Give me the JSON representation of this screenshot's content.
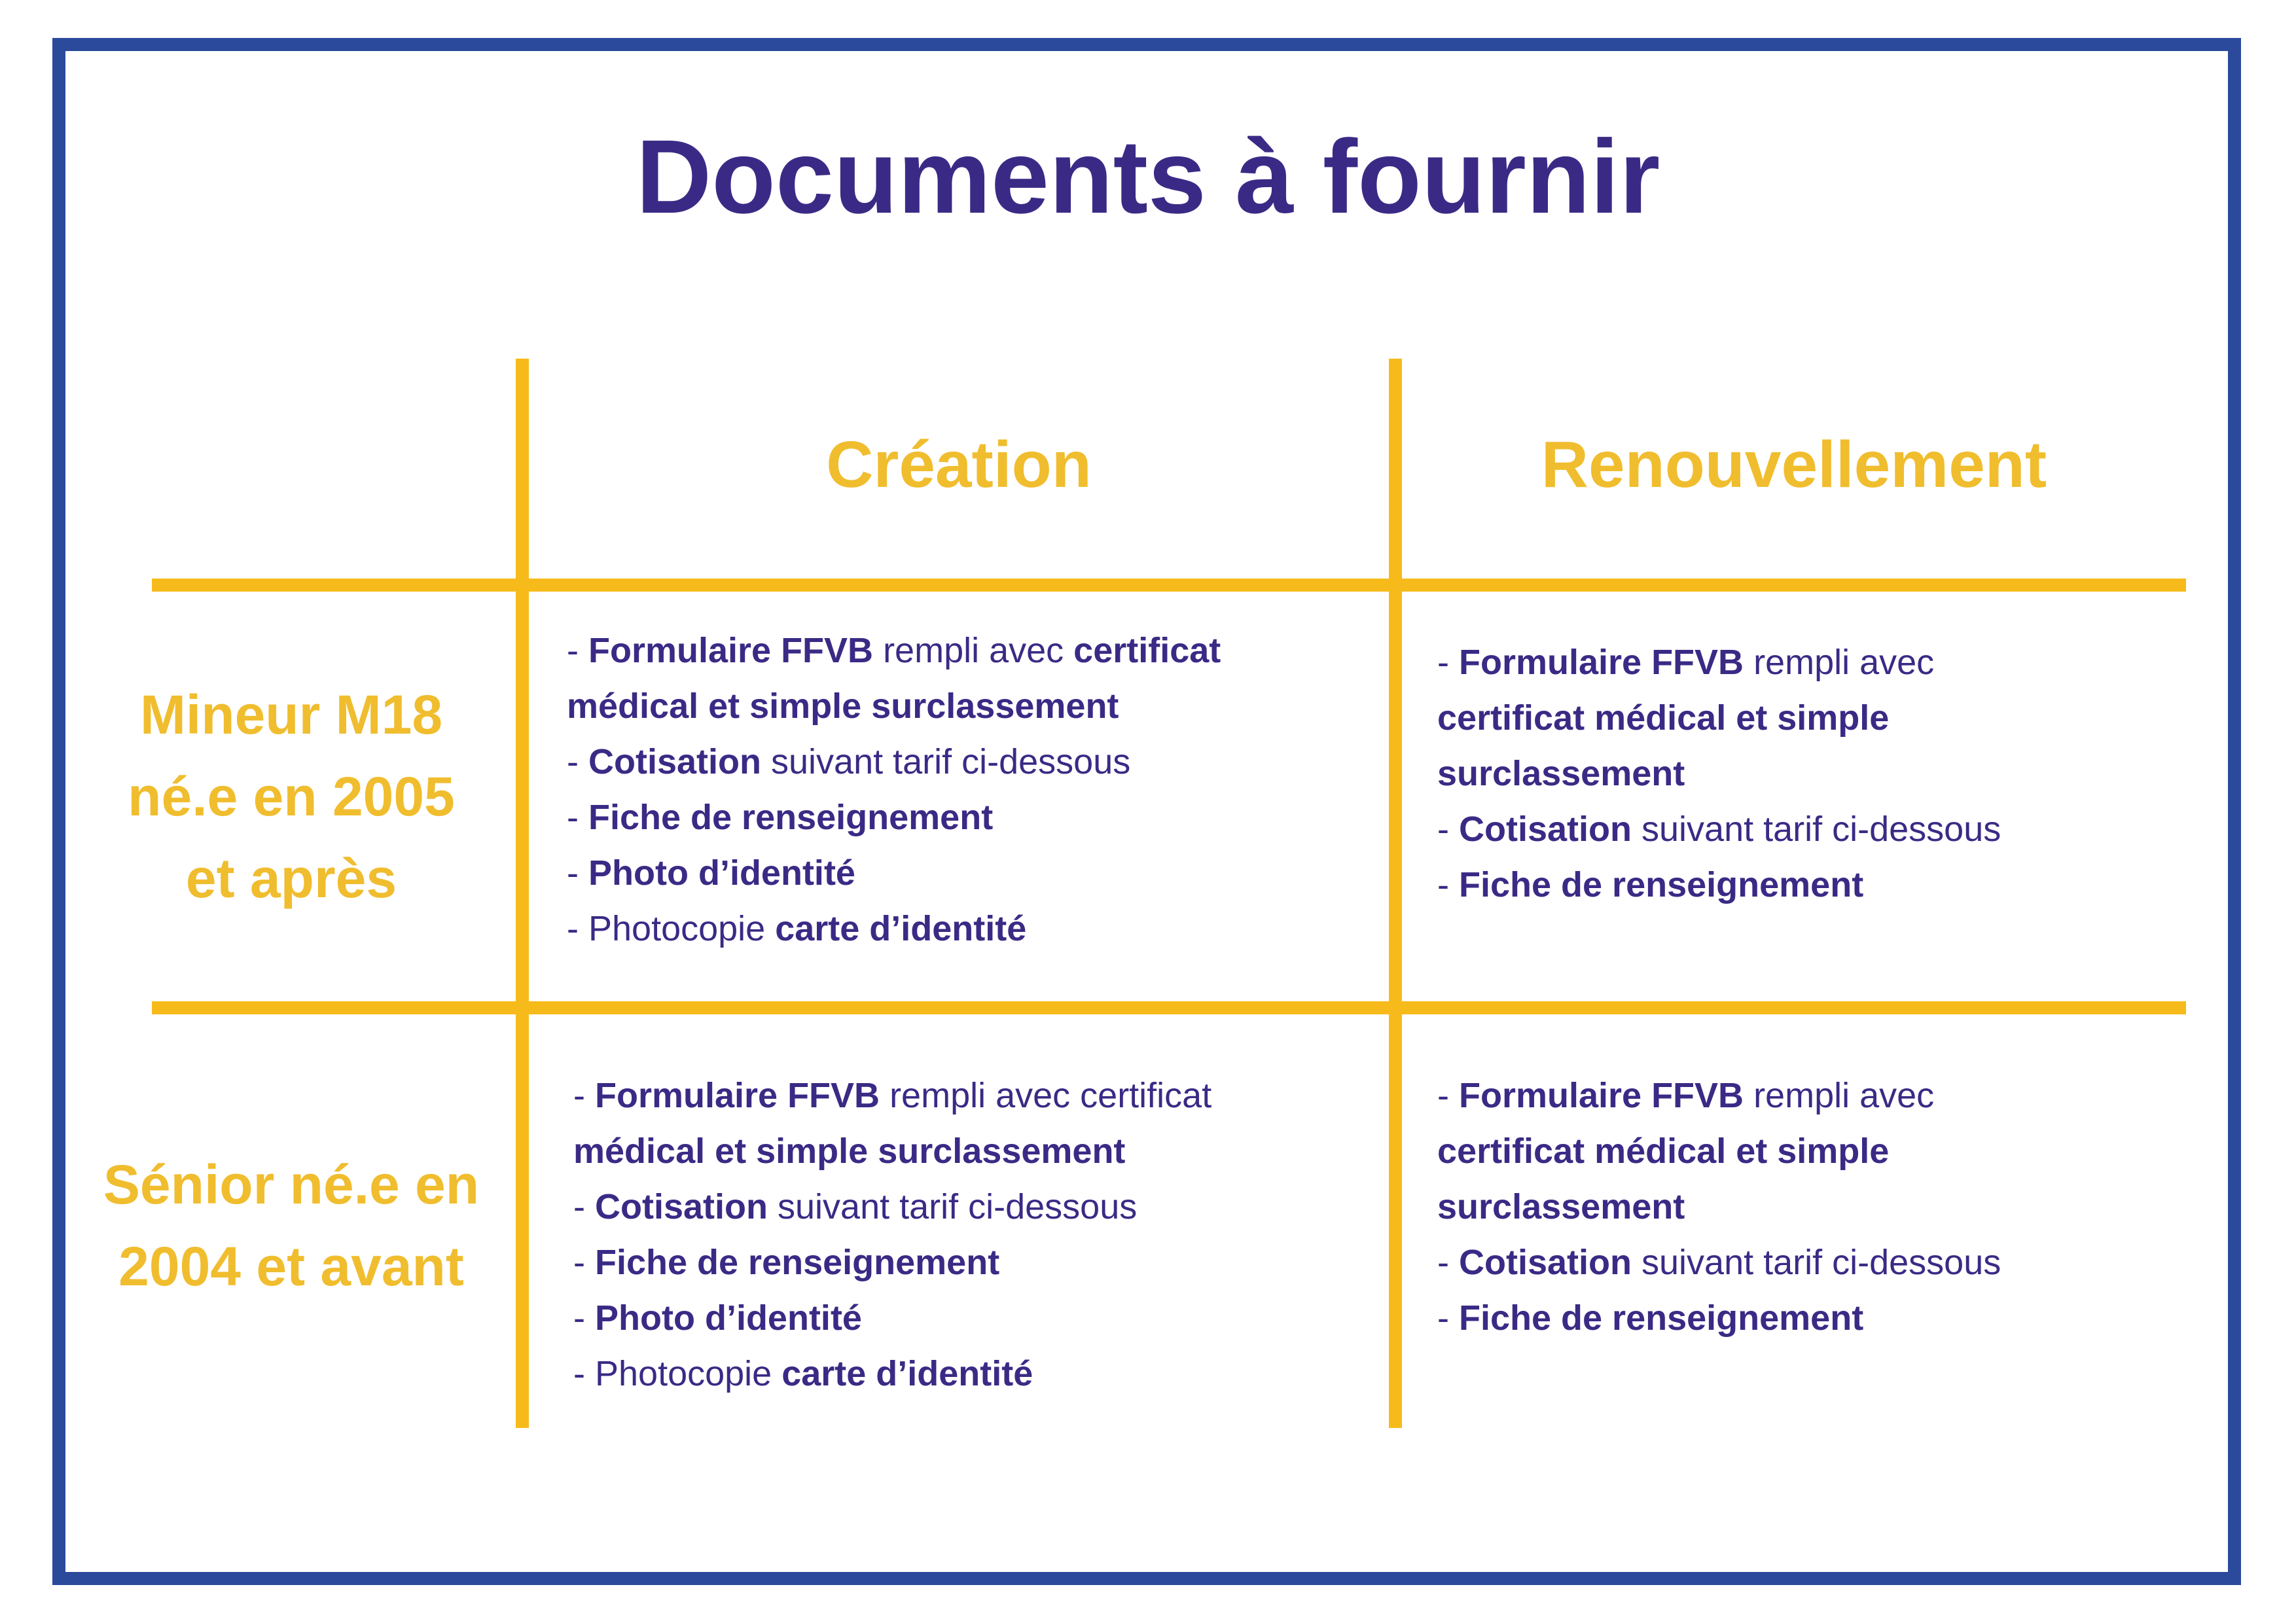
{
  "title": "Documents à fournir",
  "colors": {
    "frame": "#2b4a9c",
    "accent_yellow": "#f6bb1b",
    "heading_yellow": "#f0bd2e",
    "text_purple": "#3b2a85"
  },
  "table": {
    "columns": [
      "Création",
      "Renouvellement"
    ],
    "rows": [
      {
        "header": [
          "Mineur M18",
          "né.e en 2005",
          "et après"
        ],
        "creation": [
          [
            "- ",
            "Formulaire FFVB",
            " rempli avec ",
            "certificat"
          ],
          [
            "médical et simple surclassement"
          ],
          [
            "- ",
            "Cotisation",
            " suivant tarif ci-dessous"
          ],
          [
            "- ",
            "Fiche de renseignement"
          ],
          [
            "- ",
            "Photo d’identité"
          ],
          [
            "- Photocopie ",
            "carte d’identité"
          ]
        ],
        "renewal": [
          [
            "- ",
            "Formulaire FFVB",
            " rempli avec"
          ],
          [
            "certificat médical et simple"
          ],
          [
            "surclassement"
          ],
          [
            "- ",
            "Cotisation",
            " suivant tarif ci-dessous"
          ],
          [
            "- ",
            "Fiche de renseignement"
          ]
        ]
      },
      {
        "header": [
          "Sénior né.e en",
          "2004 et avant"
        ],
        "creation": [
          [
            "- ",
            "Formulaire FFVB",
            " rempli avec certificat"
          ],
          [
            "médical et simple surclassement"
          ],
          [
            "- ",
            "Cotisation",
            " suivant tarif ci-dessous"
          ],
          [
            "- ",
            "Fiche de renseignement"
          ],
          [
            "- ",
            "Photo d’identité"
          ],
          [
            "- Photocopie ",
            "carte d’identité"
          ]
        ],
        "renewal": [
          [
            "- ",
            "Formulaire FFVB",
            " rempli avec"
          ],
          [
            "certificat médical et simple"
          ],
          [
            "surclassement"
          ],
          [
            "- ",
            "Cotisation",
            " suivant tarif ci-dessous"
          ],
          [
            "- ",
            "Fiche de renseignement"
          ]
        ]
      }
    ]
  }
}
